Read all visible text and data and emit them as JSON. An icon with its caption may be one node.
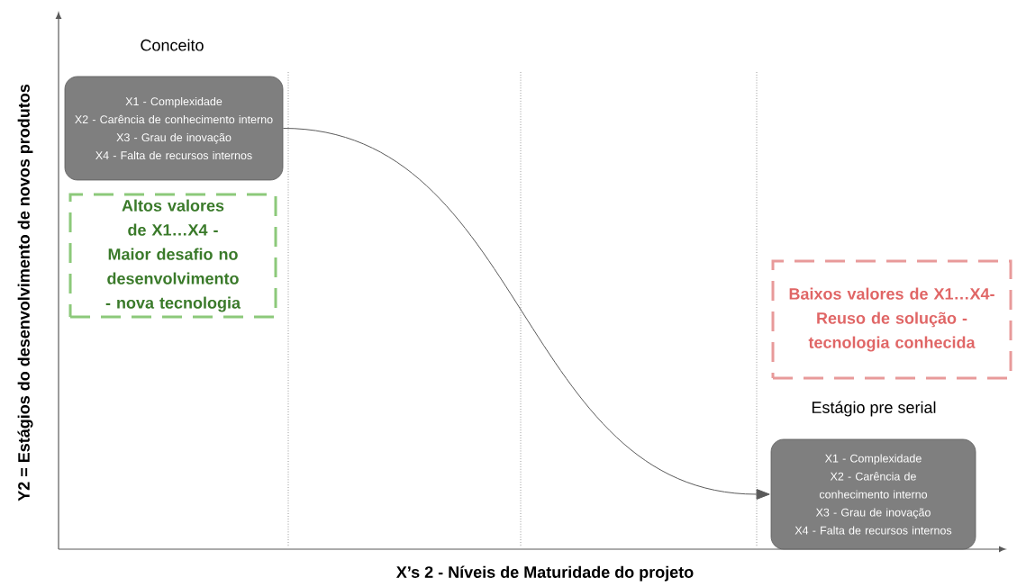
{
  "diagram": {
    "nodes": [
      {
        "text": [
          "Conceito",
          "X1 - Complexidade",
          "X2 - Carência de conhecimento interno",
          "X3 - Grau de inovação",
          "X4 - Falta de recursos internos"
        ]
      },
      {
        "text": [
          "Altos valores de X1…X4 - Maior desafio no desenvolvimento - nova tecnologia"
        ]
      },
      {
        "text": [
          "Baixos valores de X1…X4- Reuso de solução - tecnologia conhecida"
        ]
      },
      {
        "text": [
          "Estágio pre serial",
          "X1 - Complexidade",
          "X2 - Carência de conhecimento interno",
          "X3 - Grau de inovação",
          "X4 - Falta de recursos internos"
        ]
      }
    ],
    "edges": [
      {
        "from": 0,
        "to": 3,
        "arrow": "to"
      }
    ],
    "labels": [
      "Y2 = Estágios do desenvolvimento de novos produtos",
      "X’s 2 - Níveis de Maturidade do projeto"
    ]
  }
}
